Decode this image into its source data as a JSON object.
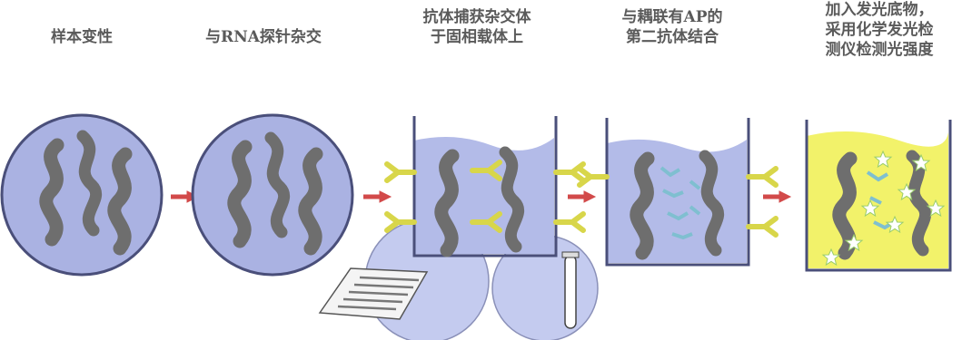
{
  "steps": [
    {
      "lines": [
        "样本变性"
      ]
    },
    {
      "lines": [
        "与RNA探针杂交"
      ]
    },
    {
      "lines": [
        "抗体捕获杂交体",
        "于固相载体上"
      ]
    },
    {
      "lines": [
        "与耦联有AP的",
        "第二抗体结合"
      ]
    },
    {
      "lines": [
        "加入发光底物，",
        "采用化学发光检",
        "测仪检测光强度"
      ]
    }
  ],
  "colors": {
    "circle_fill": "#aab2e2",
    "circle_stroke": "#4a4f7a",
    "beaker_fill": "#b3bbe8",
    "dna": "#6e6e6e",
    "antibody": "#d8d64a",
    "secondary_antibody": "#7fbfd0",
    "arrow": "#d24a4a",
    "substrate": "#f2f26a",
    "star": "#ffffff",
    "label": "#5a5a5a"
  },
  "icons": {
    "arrows": "right-arrow-icon",
    "keyboard": "keyboard-icon",
    "test_tube": "test-tube-icon",
    "stars": "star-icon"
  }
}
